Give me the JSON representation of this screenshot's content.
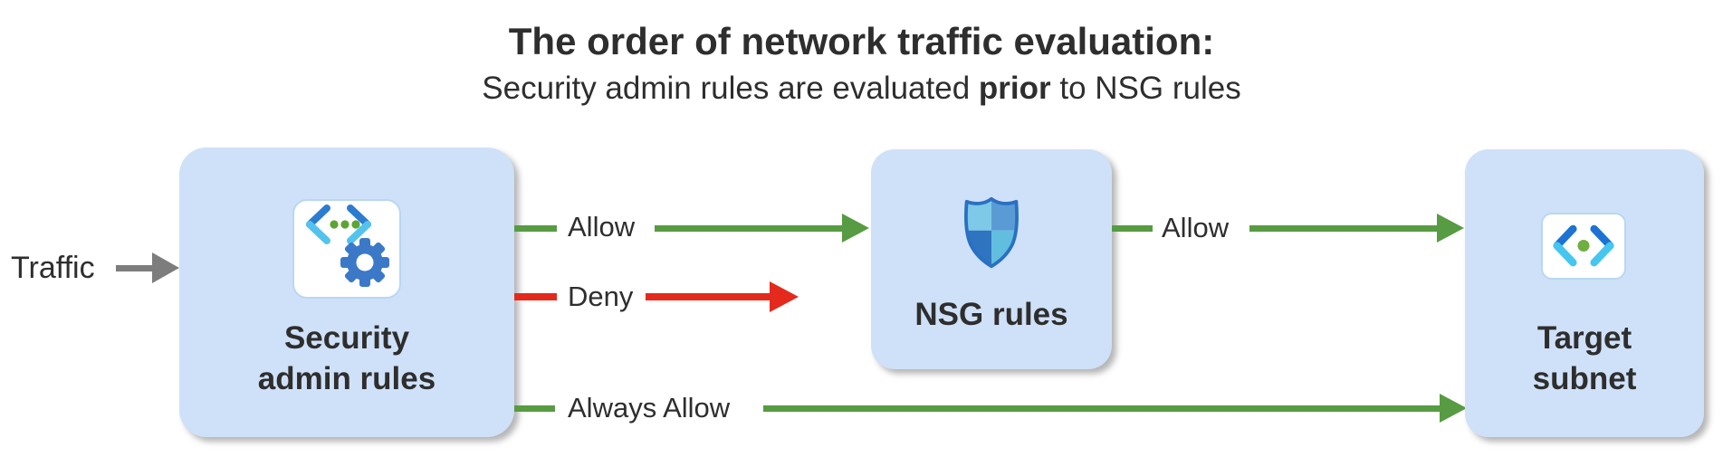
{
  "header": {
    "title": "The order of network traffic evaluation:",
    "subtitle": {
      "part1": "Security admin rules are evaluated ",
      "bold": "prior",
      "part2": " to NSG rules"
    }
  },
  "traffic": {
    "label": "Traffic"
  },
  "nodes": {
    "security_admin_rules": {
      "lines": [
        "Security",
        "admin rules"
      ],
      "icon": "code-gear-icon"
    },
    "nsg_rules": {
      "lines": [
        "NSG rules"
      ],
      "icon": "shield-icon"
    },
    "target_subnet": {
      "lines": [
        "Target",
        "subnet"
      ],
      "icon": "code-brackets-icon"
    }
  },
  "edges": {
    "allow_to_nsg": {
      "label": "Allow",
      "color": "#579b42",
      "from": "security_admin_rules",
      "to": "nsg_rules"
    },
    "deny": {
      "label": "Deny",
      "color": "#e42a1d",
      "from": "security_admin_rules",
      "to": "blocked"
    },
    "allow_to_target": {
      "label": "Allow",
      "color": "#579b42",
      "from": "nsg_rules",
      "to": "target_subnet"
    },
    "always_allow": {
      "label": "Always Allow",
      "color": "#579b42",
      "from": "security_admin_rules",
      "to": "target_subnet"
    }
  },
  "colors": {
    "node_fill": "#cfe1f8",
    "icon_plate_border": "#b9d7f2",
    "allow_green": "#579b42",
    "deny_red": "#e42a1d",
    "traffic_gray": "#7d7d7d",
    "text": "#2e2e2e"
  }
}
